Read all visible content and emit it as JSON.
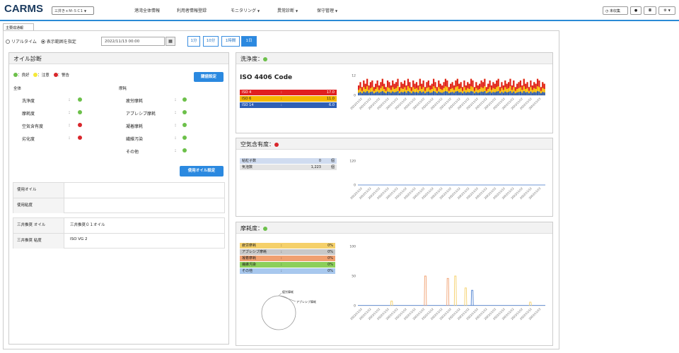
{
  "header": {
    "logo": "CARMS",
    "machine_select": "三井きｘＭ-ＳＣ1",
    "nav": [
      {
        "label": "港湾全体情報",
        "dropdown": false
      },
      {
        "label": "利用者情報登録",
        "dropdown": false
      },
      {
        "label": "モニタリング",
        "dropdown": true
      },
      {
        "label": "異常診断",
        "dropdown": true
      },
      {
        "label": "保守管理",
        "dropdown": true
      }
    ],
    "right_controls": [
      "未収集",
      "",
      "",
      ""
    ]
  },
  "tab": {
    "label": "主要成通報"
  },
  "toolbar": {
    "realtime_label": "リアルタイム",
    "range_label": "表示範囲を指定",
    "date_value": "2022/11/13 00:00",
    "ranges": [
      "1分",
      "10分",
      "1時間",
      "1日"
    ],
    "active_range": "1日"
  },
  "oil_panel": {
    "title": "オイル診断",
    "legend": [
      {
        "label": "：良好",
        "color": "#6cc04a"
      },
      {
        "label": "：注意",
        "color": "#f5e93a"
      },
      {
        "label": "：警告",
        "color": "#d9262b"
      }
    ],
    "threshold_button": "閾値設定",
    "whole_header": "全体",
    "wear_header": "摩耗",
    "whole_items": [
      {
        "label": "洗浄度",
        "status": "g"
      },
      {
        "label": "摩耗度",
        "status": "g"
      },
      {
        "label": "空気含有度",
        "status": "r"
      },
      {
        "label": "劣化度",
        "status": "r"
      }
    ],
    "wear_items": [
      {
        "label": "疲労摩耗",
        "status": "g"
      },
      {
        "label": "アブレシブ摩耗",
        "status": "g"
      },
      {
        "label": "凝着摩耗",
        "status": "g"
      },
      {
        "label": "繊維汚染",
        "status": "g"
      },
      {
        "label": "その他",
        "status": "g"
      }
    ],
    "oil_settings_button": "使用オイル設定",
    "info_group1": [
      {
        "label": "使用オイル",
        "value": ""
      },
      {
        "label": "使用粘度",
        "value": ""
      }
    ],
    "info_group2": [
      {
        "label": "三井推奨 オイル",
        "value": "三井推奨０１オイル"
      },
      {
        "label": "三井推奨 粘度",
        "value": "ISO VG 2"
      }
    ]
  },
  "cleanliness_panel": {
    "title": "洗浄度：",
    "code_title": "ISO 4406 Code",
    "rows": [
      {
        "label": "ISO 4",
        "value": "17.0",
        "color": "#e02020"
      },
      {
        "label": "ISO 6",
        "value": "11.0",
        "color": "#f5b800"
      },
      {
        "label": "ISO 14",
        "value": "6.0",
        "color": "#2e5fb5"
      }
    ]
  },
  "air_panel": {
    "title": "空気含有度：",
    "rows": [
      {
        "label": "粘粒子数",
        "value": "0",
        "unit": "個"
      },
      {
        "label": "気泡数",
        "value": "1,223",
        "unit": "個"
      }
    ]
  },
  "wear_panel": {
    "title": "摩耗度：",
    "rows": [
      {
        "label": "疲労摩耗",
        "value": "0%",
        "color": "#f5d06a"
      },
      {
        "label": "アブレシブ摩耗",
        "value": "0%",
        "color": "#c8c8c8"
      },
      {
        "label": "凝着摩耗",
        "value": "0%",
        "color": "#f0a070"
      },
      {
        "label": "繊維汚染",
        "value": "0%",
        "color": "#8ccf5a"
      },
      {
        "label": "その他",
        "value": "0%",
        "color": "#a8c8ee"
      }
    ],
    "pie_labels": [
      "疲労摩耗",
      "アブレシブ摩耗"
    ]
  },
  "chart_data": [
    {
      "type": "bar",
      "chart": "cleanliness",
      "ylim": [
        0,
        12
      ],
      "yticks": [
        0,
        12
      ],
      "series": [
        {
          "color": "#e02020"
        },
        {
          "color": "#f5b800"
        },
        {
          "color": "#2e5fb5"
        }
      ],
      "values_top": [
        6,
        8,
        5,
        9,
        7,
        10,
        6,
        8,
        9,
        5,
        7,
        9,
        6,
        8,
        10,
        7,
        5,
        9,
        8,
        6,
        9,
        7,
        8,
        10,
        5,
        8,
        7,
        9,
        6,
        10,
        8,
        5,
        9,
        7,
        8,
        6,
        10,
        7,
        9,
        5,
        8,
        9,
        6,
        7,
        10,
        8,
        5,
        9,
        7,
        6,
        8,
        10,
        9,
        5,
        7,
        8,
        6,
        9,
        10,
        7,
        8,
        5,
        9,
        6,
        8,
        7,
        10,
        9,
        5,
        8,
        6,
        7,
        9,
        8,
        10,
        5,
        7,
        9,
        6,
        8,
        7,
        9,
        10,
        5,
        8,
        6,
        9,
        7,
        8,
        10,
        6,
        9,
        5,
        7,
        8,
        9,
        6,
        10,
        7,
        8,
        5,
        9,
        6,
        8,
        7,
        10,
        9,
        5,
        8,
        7
      ],
      "x_labels": [
        "2022/11/12",
        "2022/11/12",
        "2022/11/12",
        "2022/11/12",
        "2022/11/12",
        "2022/11/12",
        "2022/11/12",
        "2022/11/12",
        "2022/11/12",
        "2022/11/12",
        "2022/11/12",
        "2022/11/12",
        "2022/11/12",
        "2022/11/12",
        "2022/11/12",
        "2022/11/12",
        "2022/11/12",
        "2022/11/12",
        "2022/11/12",
        "2022/11/12",
        "2022/11/13"
      ]
    },
    {
      "type": "line",
      "chart": "air",
      "ylim": [
        0,
        120
      ],
      "yticks": [
        0,
        120
      ],
      "series": [
        {
          "color": "#4a7fd0",
          "values": [
            0,
            0,
            0,
            0,
            0,
            0,
            0,
            0,
            0,
            0,
            0,
            0,
            0,
            0,
            0,
            0,
            0,
            0,
            0,
            0
          ]
        }
      ],
      "x_labels": [
        "2022/11/12",
        "2022/11/12",
        "2022/11/12",
        "2022/11/12",
        "2022/11/12",
        "2022/11/12",
        "2022/11/12",
        "2022/11/12",
        "2022/11/12",
        "2022/11/12",
        "2022/11/12",
        "2022/11/12",
        "2022/11/12",
        "2022/11/12",
        "2022/11/12",
        "2022/11/12",
        "2022/11/12",
        "2022/11/12",
        "2022/11/12",
        "2022/11/12",
        "2022/11/13"
      ]
    },
    {
      "type": "line",
      "chart": "wear",
      "ylim": [
        0,
        100
      ],
      "yticks": [
        0,
        50,
        100
      ],
      "spikes": [
        {
          "pos": 0.18,
          "value": 8,
          "color": "#f5d06a"
        },
        {
          "pos": 0.36,
          "value": 50,
          "color": "#f0a070"
        },
        {
          "pos": 0.48,
          "value": 46,
          "color": "#f0a070"
        },
        {
          "pos": 0.52,
          "value": 50,
          "color": "#f5d06a"
        },
        {
          "pos": 0.575,
          "value": 30,
          "color": "#f5d06a"
        },
        {
          "pos": 0.61,
          "value": 26,
          "color": "#4a7fd0"
        },
        {
          "pos": 0.92,
          "value": 6,
          "color": "#f5d06a"
        }
      ],
      "x_labels": [
        "2022/11/12",
        "2022/11/12",
        "2022/11/12",
        "2022/11/12",
        "2022/11/12",
        "2022/11/12",
        "2022/11/12",
        "2022/11/12",
        "2022/11/12",
        "2022/11/12",
        "2022/11/12",
        "2022/11/12",
        "2022/11/12",
        "2022/11/12",
        "2022/11/12",
        "2022/11/12",
        "2022/11/12",
        "2022/11/12",
        "2022/11/12",
        "2022/11/12",
        "2022/11/13"
      ]
    }
  ]
}
